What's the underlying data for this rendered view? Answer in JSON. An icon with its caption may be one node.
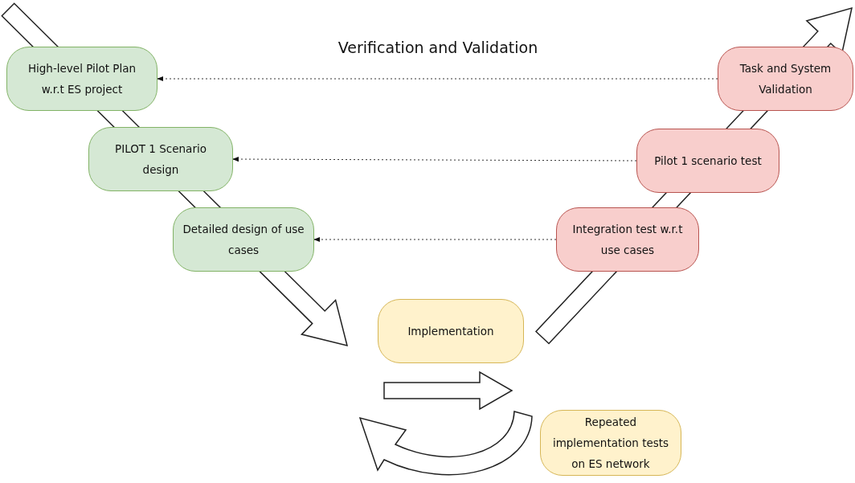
{
  "diagram": {
    "title": "Verification and Validation",
    "nodes": [
      {
        "text": [
          "High-level Pilot Plan w.r.t ES project"
        ]
      },
      {
        "text": [
          "PILOT 1 Scenario design"
        ]
      },
      {
        "text": [
          "Detailed design of use cases"
        ]
      },
      {
        "text": [
          "Implementation"
        ]
      },
      {
        "text": [
          "Task and System Validation"
        ]
      },
      {
        "text": [
          "Pilot 1 scenario test"
        ]
      },
      {
        "text": [
          "Integration test w.r.t use cases"
        ]
      },
      {
        "text": [
          "Repeated implementation tests on ES network"
        ]
      }
    ],
    "edges": [
      {
        "from": 4,
        "to": 0,
        "arrow": "to",
        "style": "dashed"
      },
      {
        "from": 5,
        "to": 1,
        "arrow": "to",
        "style": "dashed"
      },
      {
        "from": 6,
        "to": 2,
        "arrow": "to",
        "style": "dashed"
      }
    ]
  }
}
